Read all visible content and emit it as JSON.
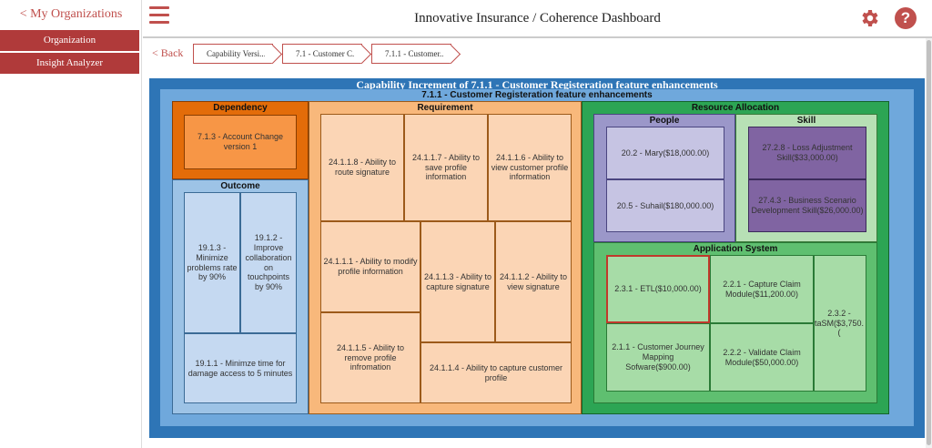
{
  "sidebar": {
    "back_label": "< My Organizations",
    "items": [
      {
        "label": "Organization"
      },
      {
        "label": "Insight Analyzer"
      }
    ]
  },
  "header": {
    "title": "Innovative Insurance / Coherence Dashboard",
    "help_label": "?"
  },
  "breadcrumb": {
    "back_label": "< Back",
    "items": [
      {
        "label": "Capability Versi..."
      },
      {
        "label": "7.1 - Customer C..."
      },
      {
        "label": "7.1.1 - Customer..."
      }
    ]
  },
  "dashboard": {
    "title": "Capability Increment of 7.1.1 - Customer Registeration feature enhancements",
    "subtitle": "7.1.1 - Customer Registeration feature enhancements",
    "dependency": {
      "header": "Dependency",
      "items": [
        "7.1.3 - Account Change version 1"
      ]
    },
    "outcome": {
      "header": "Outcome",
      "items": [
        "19.1.3 - Minimize problems rate by 90%",
        "19.1.2 - Improve collaboration on touchpoints by 90%",
        "19.1.1 - Minimze time for damage access to 5 minutes"
      ]
    },
    "requirement": {
      "header": "Requirement",
      "items": [
        "24.1.1.8 - Ability to route signature",
        "24.1.1.7 - Ability to save profile information",
        "24.1.1.6 - Ability to view customer profile information",
        "24.1.1.1 - Ability to modify profile information",
        "24.1.1.3 - Ability to capture signature",
        "24.1.1.2 - Ability to view signature",
        "24.1.1.5 - Ability to remove profile infromation",
        "24.1.1.4 - Ability to capture customer profile"
      ]
    },
    "resource": {
      "header": "Resource Allocation",
      "people": {
        "header": "People",
        "items": [
          "20.2 - Mary($18,000.00)",
          "20.5 - Suhail($180,000.00)"
        ]
      },
      "skill": {
        "header": "Skill",
        "items": [
          "27.2.8 - Loss Adjustment Skill($33,000.00)",
          "27.4.3 - Business Scenario Development Skill($26,000.00)"
        ]
      },
      "application": {
        "header": "Application System",
        "items": [
          "2.3.1 - ETL($10,000.00)",
          "2.2.1 - Capture Claim Module($11,200.00)",
          "2.3.2 - taSM($3,750.(",
          "2.1.1 - Customer Journey Mapping Sofware($900.00)",
          "2.2.2 - Validate Claim Module($50,000.00)"
        ]
      }
    }
  },
  "colors": {
    "accent": "#c0504d",
    "canvas": "#2e75b6",
    "dependency_frame": "#e36c09",
    "dependency_cell": "#f79646",
    "requirement_frame": "#f8b87b",
    "requirement_cell": "#fbd5b5",
    "outcome_frame": "#9dc3e6",
    "outcome_cell": "#c5d9f1",
    "resource_frame": "#2ca554",
    "people_frame": "#9b97c9",
    "people_cell": "#c6c4e3",
    "skill_frame": "#b7e0b5",
    "skill_cell": "#8064a2",
    "app_frame": "#5fbf70",
    "app_cell": "#a7dca7"
  }
}
